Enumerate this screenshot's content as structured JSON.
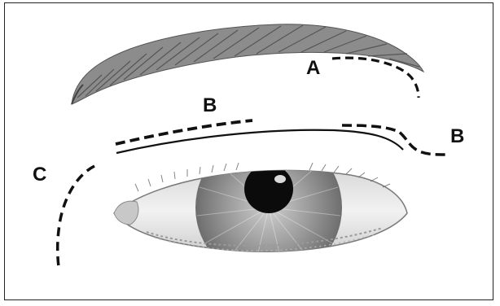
{
  "labels": {
    "a": "A",
    "b_top": "B",
    "b_right": "B",
    "c": "C"
  },
  "colors": {
    "line": "#111111",
    "brow": "#555555",
    "iris": "#8a8a8a",
    "pupil": "#0b0b0b",
    "sclera": "#e8e8e8"
  },
  "icons": {
    "eyebrow": "eyebrow-illustration",
    "eye": "eye-illustration"
  }
}
